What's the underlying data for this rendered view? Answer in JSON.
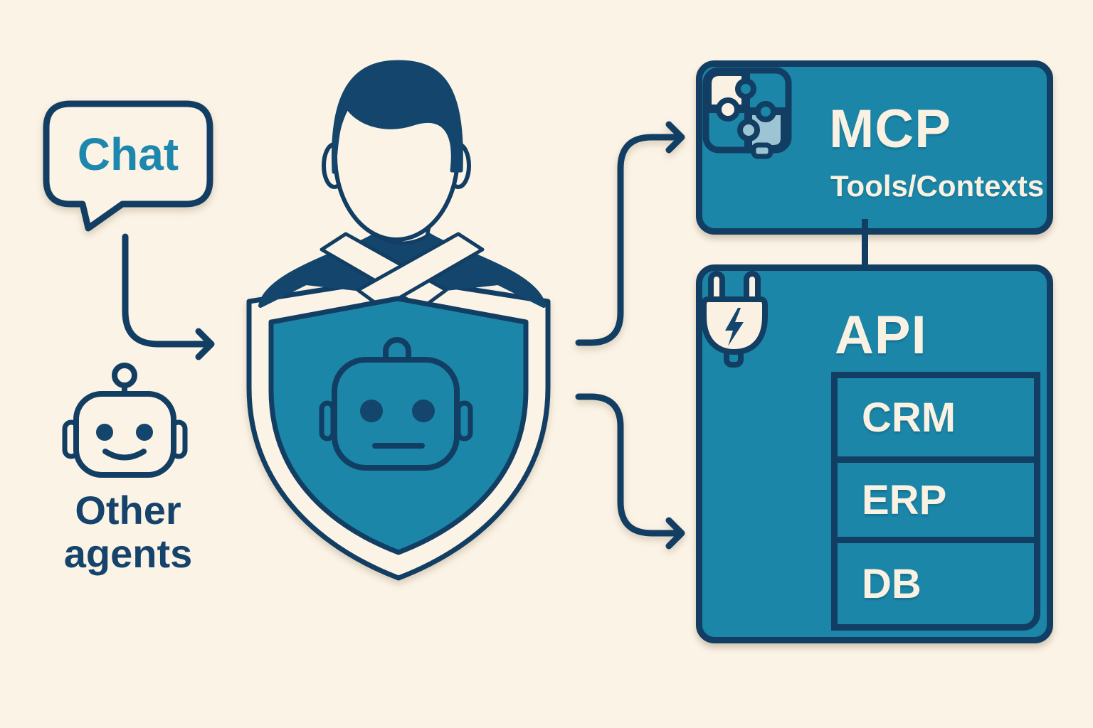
{
  "colors": {
    "background": "#fbf3e6",
    "navy_outline": "#123e63",
    "navy_fill": "#14456c",
    "teal": "#1b86a8",
    "teal_text": "#1e87ae",
    "cream_text": "#f9f1e2",
    "light_blue": "#9dc4d3"
  },
  "chat": {
    "label": "Chat"
  },
  "other_agents": {
    "line1": "Other",
    "line2": "agents"
  },
  "mcp": {
    "title": "MCP",
    "subtitle": "Tools/Contexts"
  },
  "api": {
    "title": "API",
    "systems": [
      "CRM",
      "ERP",
      "DB"
    ]
  }
}
